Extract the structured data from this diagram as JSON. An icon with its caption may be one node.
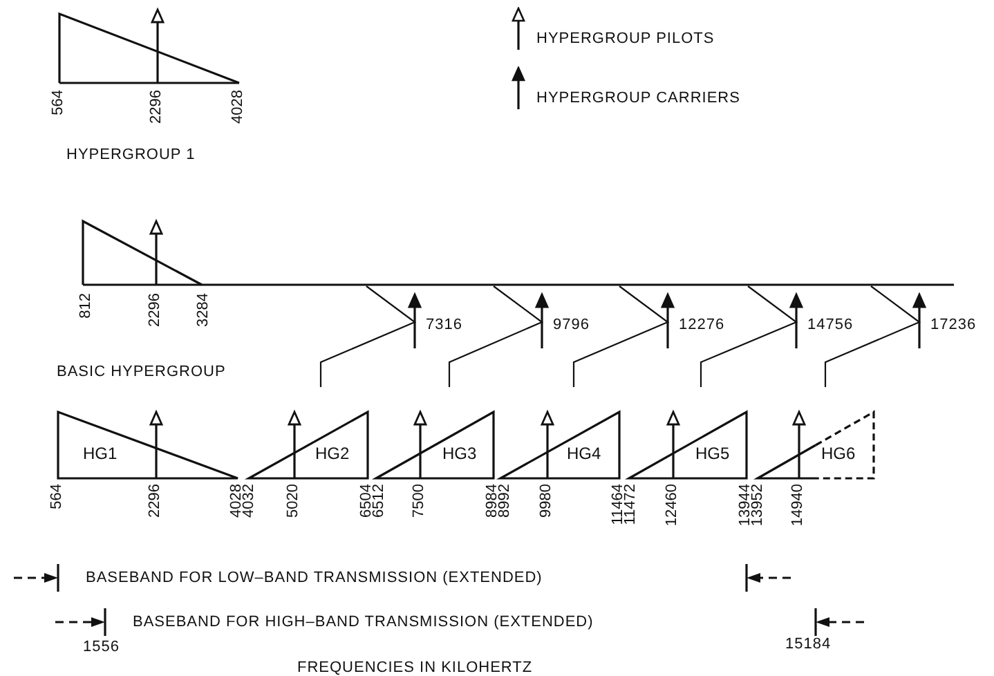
{
  "diagram": {
    "nodes": [
      {
        "text": [
          "HG1"
        ]
      },
      {
        "text": [
          "HG2"
        ]
      },
      {
        "text": [
          "HG3"
        ]
      },
      {
        "text": [
          "HG4"
        ]
      },
      {
        "text": [
          "HG5"
        ]
      },
      {
        "text": [
          "HG6"
        ]
      }
    ],
    "labels": [
      "564",
      "2296",
      "4028",
      "HYPERGROUP 1",
      "812",
      "2296",
      "3284",
      "7316",
      "9796",
      "12276",
      "14756",
      "17236",
      "BASIC HYPERGROUP",
      "564",
      "2296",
      "4028",
      "4032",
      "5020",
      "6504",
      "6512",
      "7500",
      "8984",
      "8992",
      "9980",
      "11464",
      "11472",
      "12460",
      "13944",
      "13952",
      "14940",
      "BASEBAND FOR LOW–BAND TRANSMISSION (EXTENDED)",
      "BASEBAND FOR HIGH–BAND TRANSMISSION (EXTENDED)",
      "1556",
      "15184",
      "FREQUENCIES IN KILOHERTZ"
    ],
    "legend": [
      {
        "text": "HYPERGROUP PILOTS"
      },
      {
        "text": "HYPERGROUP CARRIERS"
      }
    ]
  }
}
